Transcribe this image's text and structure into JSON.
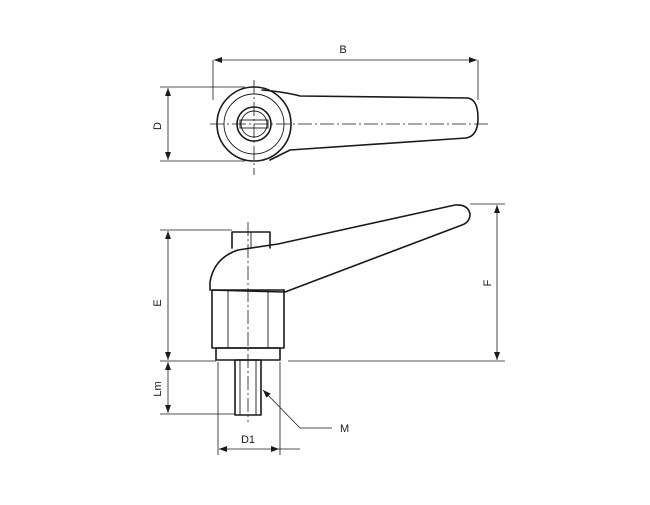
{
  "labels": {
    "b": "B",
    "d": "D",
    "e": "E",
    "f": "F",
    "lm": "Lm",
    "d1": "D1",
    "m": "M"
  }
}
